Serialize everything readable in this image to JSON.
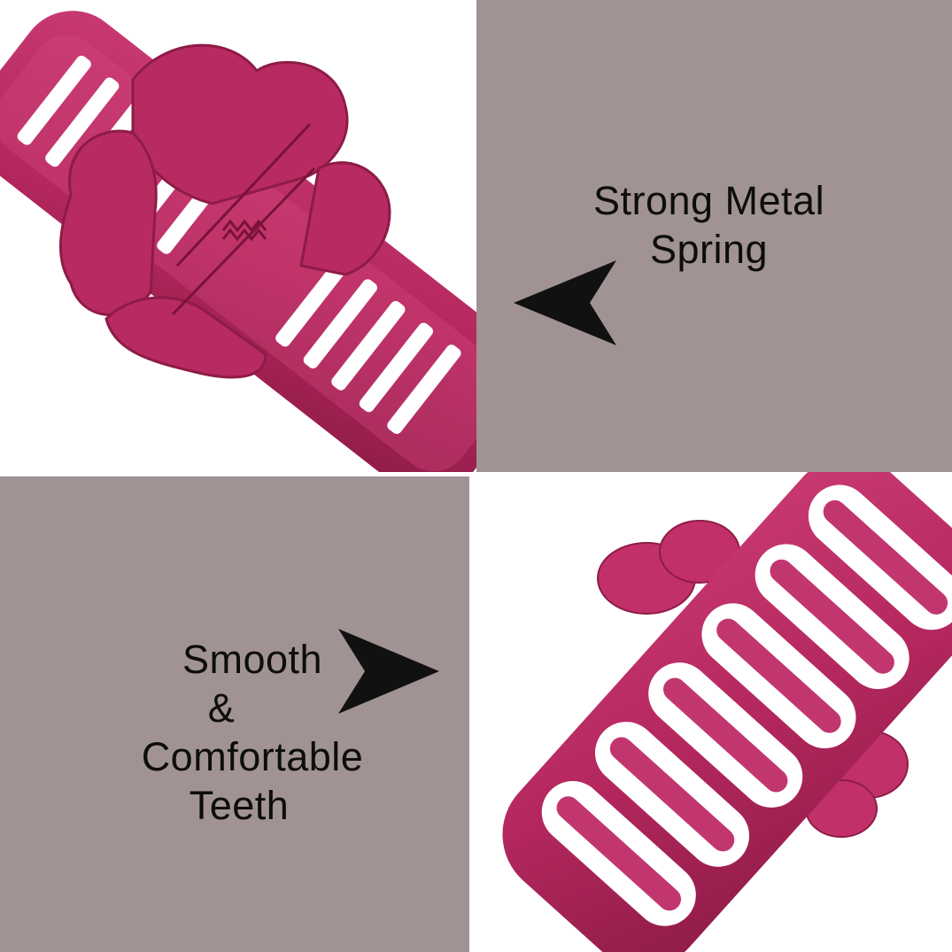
{
  "colors": {
    "panel": "#a19393",
    "clip": "#b5285f",
    "clip_dark": "#8e1b47",
    "clip_light": "#d04f82",
    "arrow": "#111111",
    "text": "#0d0d0d",
    "background": "#ffffff"
  },
  "panels": {
    "top": {
      "caption_lines": [
        "Strong Metal",
        "Spring"
      ],
      "arrow_direction": "left"
    },
    "bottom": {
      "caption_lines": [
        "Smooth",
        "&",
        "Comfortable",
        "Teeth"
      ],
      "arrow_direction": "right"
    }
  },
  "images": {
    "top_left": "hair-claw-clip-spring-closeup",
    "bottom_right": "hair-claw-clip-teeth-closeup"
  }
}
